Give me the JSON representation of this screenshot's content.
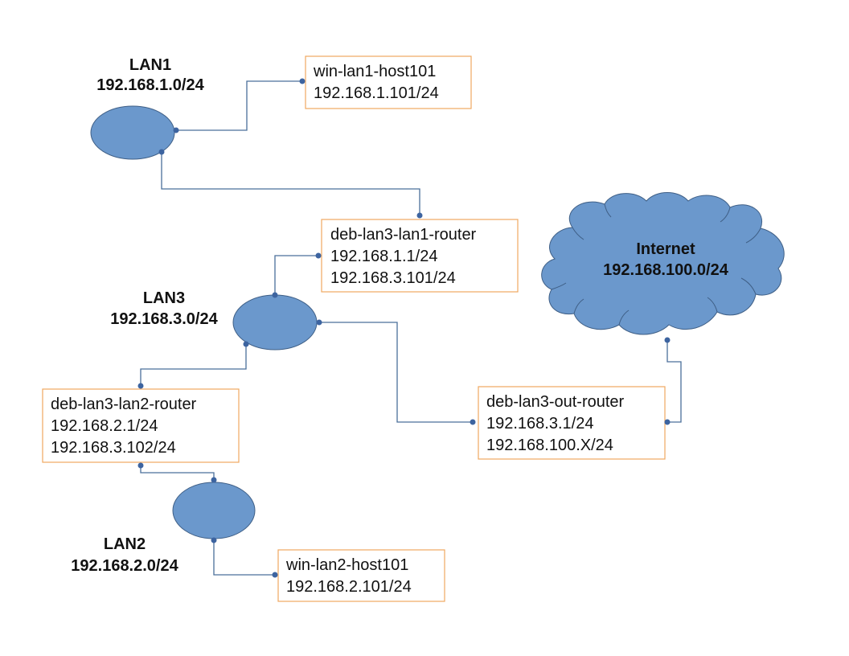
{
  "diagram": {
    "type": "network-topology",
    "colors": {
      "network_fill": "#6b98cc",
      "network_stroke": "#3f5f86",
      "box_border": "#f0a860",
      "connector": "#4a6f9a",
      "connector_dot": "#3d64a0",
      "text": "#111111"
    },
    "networks": {
      "lan1": {
        "name": "LAN1",
        "cidr": "192.168.1.0/24"
      },
      "lan2": {
        "name": "LAN2",
        "cidr": "192.168.2.0/24"
      },
      "lan3": {
        "name": "LAN3",
        "cidr": "192.168.3.0/24"
      },
      "internet": {
        "name": "Internet",
        "cidr": "192.168.100.0/24"
      }
    },
    "hosts": {
      "win_lan1": {
        "name": "win-lan1-host101",
        "ips": [
          "192.168.1.101/24"
        ]
      },
      "router_lan3_lan1": {
        "name": "deb-lan3-lan1-router",
        "ips": [
          "192.168.1.1/24",
          "192.168.3.101/24"
        ]
      },
      "router_lan3_lan2": {
        "name": "deb-lan3-lan2-router",
        "ips": [
          "192.168.2.1/24",
          "192.168.3.102/24"
        ]
      },
      "router_out": {
        "name": "deb-lan3-out-router",
        "ips": [
          "192.168.3.1/24",
          "192.168.100.X/24"
        ]
      },
      "win_lan2": {
        "name": "win-lan2-host101",
        "ips": [
          "192.168.2.101/24"
        ]
      }
    },
    "links": [
      {
        "from": "LAN1",
        "to": "win-lan1-host101"
      },
      {
        "from": "LAN1",
        "to": "deb-lan3-lan1-router"
      },
      {
        "from": "LAN3",
        "to": "deb-lan3-lan1-router"
      },
      {
        "from": "LAN3",
        "to": "deb-lan3-lan2-router"
      },
      {
        "from": "LAN3",
        "to": "deb-lan3-out-router"
      },
      {
        "from": "LAN2",
        "to": "deb-lan3-lan2-router"
      },
      {
        "from": "LAN2",
        "to": "win-lan2-host101"
      },
      {
        "from": "Internet",
        "to": "deb-lan3-out-router"
      }
    ]
  }
}
